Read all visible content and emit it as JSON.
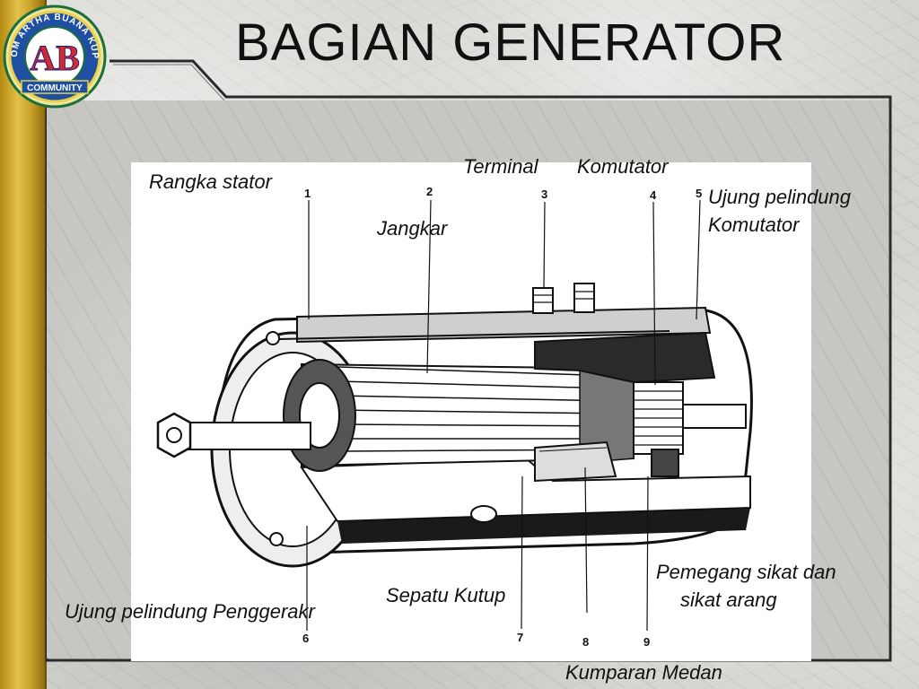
{
  "slide": {
    "title": "BAGIAN GENERATOR",
    "logo": {
      "arc_text": "STIKOM ARTHA BUANA KUPANG",
      "monogram": "AB",
      "banner": "COMMUNITY",
      "icon": "stikom-community-logo"
    },
    "colors": {
      "gold_bar": "#c9a028",
      "panel": "#c6c6c3",
      "title_text": "#111111"
    }
  },
  "diagram": {
    "labels": {
      "rangka_stator": "Rangka stator",
      "terminal": "Terminal",
      "komutator": "Komutator",
      "ujung_pelindung_komutator_1": "Ujung pelindung",
      "ujung_pelindung_komutator_2": "Komutator",
      "jangkar": "Jangkar",
      "pemegang_1": "Pemegang sikat dan",
      "pemegang_2": "sikat arang",
      "sepatu_kutup": "Sepatu Kutup",
      "ujung_pelindung_penggerak": "Ujung pelindung Penggerakr",
      "kumparan_medan": "Kumparan Medan"
    },
    "numbers": {
      "n1": "1",
      "n2": "2",
      "n3": "3",
      "n4": "4",
      "n5": "5",
      "n6": "6",
      "n7": "7",
      "n8": "8",
      "n9": "9"
    }
  }
}
